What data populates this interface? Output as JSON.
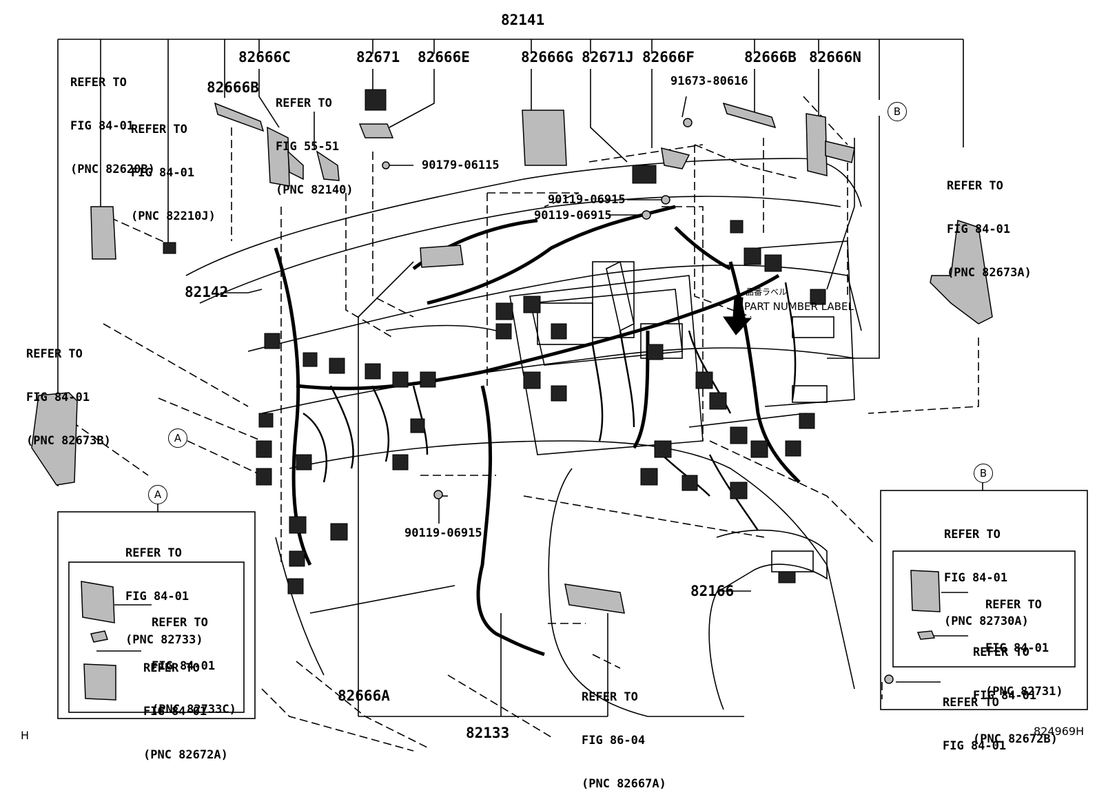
{
  "top_part": "82141",
  "header_parts": {
    "p82666C": "82666C",
    "p82671": "82671",
    "p82666E": "82666E",
    "p82666G": "82666G",
    "p82671J": "82671J",
    "p82666F": "82666F",
    "p82666B_right": "82666B",
    "p82666N": "82666N",
    "p82666B_left": "82666B"
  },
  "refs": {
    "r82620B": [
      "REFER TO",
      "FIG 84-01",
      "(PNC 82620B)"
    ],
    "r82210J": [
      "REFER TO",
      "FIG 84-01",
      "(PNC 82210J)"
    ],
    "r82140": [
      "REFER TO",
      "FIG 55-51",
      "(PNC 82140)"
    ],
    "r82673A": [
      "REFER TO",
      "FIG 84-01",
      "(PNC 82673A)"
    ],
    "r82673B": [
      "REFER TO",
      "FIG 84-01",
      "(PNC 82673B)"
    ],
    "r82733": [
      "REFER TO",
      "FIG 84-01",
      "(PNC 82733)"
    ],
    "r82733C": [
      "REFER TO",
      "FIG 84-01",
      "(PNC 82733C)"
    ],
    "r82672A": [
      "REFER TO",
      "FIG 84-01",
      "(PNC 82672A)"
    ],
    "r82667A": [
      "REFER TO",
      "FIG 86-04",
      "(PNC 82667A)"
    ],
    "r82730A": [
      "REFER TO",
      "FIG 84-01",
      "(PNC 82730A)"
    ],
    "r82731": [
      "REFER TO",
      "FIG 84-01",
      "(PNC 82731)"
    ],
    "r82672B": [
      "REFER TO",
      "FIG 84-01",
      "(PNC 82672B)"
    ],
    "r8401": [
      "REFER TO",
      "FIG 84-01"
    ]
  },
  "bolts": {
    "b91673": "91673-80616",
    "b90179": "90179-06115",
    "b90119a": "90119-06915",
    "b90119b": "90119-06915",
    "b90119c": "90119-06915"
  },
  "parts": {
    "p82142": "82142",
    "p82166": "82166",
    "p82666A": "82666A",
    "p82133": "82133"
  },
  "part_number_label_jp": "品番ラベル",
  "part_number_label": "PART NUMBER LABEL",
  "markers": {
    "A": "A",
    "B": "B"
  },
  "corner_left": "H",
  "corner_right": "824969H"
}
